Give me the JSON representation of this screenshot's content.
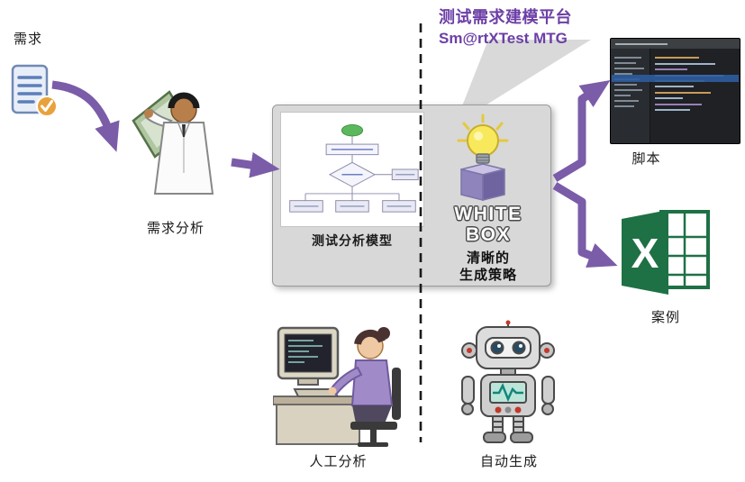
{
  "title": {
    "platform_name": "测试需求建模平台",
    "product_name": "Sm@rtXTest MTG"
  },
  "left_flow": {
    "requirement_label": "需求",
    "analysis_label": "需求分析"
  },
  "center": {
    "model_label": "测试分析模型",
    "whitebox_line1": "WHITE",
    "whitebox_line2": "BOX",
    "strategy_line1": "清晰的",
    "strategy_line2": "生成策略"
  },
  "outputs": {
    "script_label": "脚本",
    "case_label": "案例"
  },
  "bottom": {
    "manual_label": "人工分析",
    "auto_label": "自动生成"
  },
  "icons": {
    "requirement_document": "document-check-icon",
    "analyst": "analyst-figure-icon",
    "flowchart": "flowchart-diagram-icon",
    "lightbulb": "lightbulb-idea-icon",
    "code_editor": "ide-screenshot",
    "excel": "excel-logo-icon",
    "excel_letter": "X",
    "person_computer": "person-at-computer-icon",
    "robot": "robot-icon"
  },
  "colors": {
    "arrow": "#7A5CA8",
    "title_text": "#6C3FA6",
    "box_fill": "#D8D8D8",
    "excel_green": "#1E7145"
  }
}
